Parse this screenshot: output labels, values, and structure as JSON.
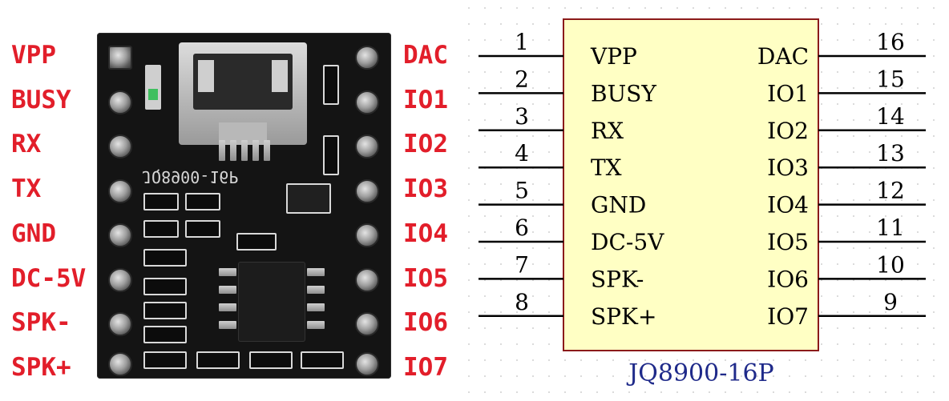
{
  "module_photo": {
    "left_labels": [
      "VPP",
      "BUSY",
      "RX",
      "TX",
      "GND",
      "DC-5V",
      "SPK-",
      "SPK+"
    ],
    "right_labels": [
      "DAC",
      "IO1",
      "IO2",
      "IO3",
      "IO4",
      "IO5",
      "IO6",
      "IO7"
    ],
    "board_silkscreen": "JQ8900-16P",
    "label_color": "#e21e2a"
  },
  "schematic": {
    "part_name": "JQ8900-16P",
    "body_fill": "#ffffc4",
    "body_stroke": "#8b1a1a",
    "part_name_color": "#1f2a8a",
    "left_pins": [
      {
        "number": "1",
        "name": "VPP"
      },
      {
        "number": "2",
        "name": "BUSY"
      },
      {
        "number": "3",
        "name": "RX"
      },
      {
        "number": "4",
        "name": "TX"
      },
      {
        "number": "5",
        "name": "GND"
      },
      {
        "number": "6",
        "name": "DC-5V"
      },
      {
        "number": "7",
        "name": "SPK-"
      },
      {
        "number": "8",
        "name": "SPK+"
      }
    ],
    "right_pins": [
      {
        "number": "16",
        "name": "DAC"
      },
      {
        "number": "15",
        "name": "IO1"
      },
      {
        "number": "14",
        "name": "IO2"
      },
      {
        "number": "13",
        "name": "IO3"
      },
      {
        "number": "12",
        "name": "IO4"
      },
      {
        "number": "11",
        "name": "IO5"
      },
      {
        "number": "10",
        "name": "IO6"
      },
      {
        "number": "9",
        "name": "IO7"
      }
    ]
  }
}
